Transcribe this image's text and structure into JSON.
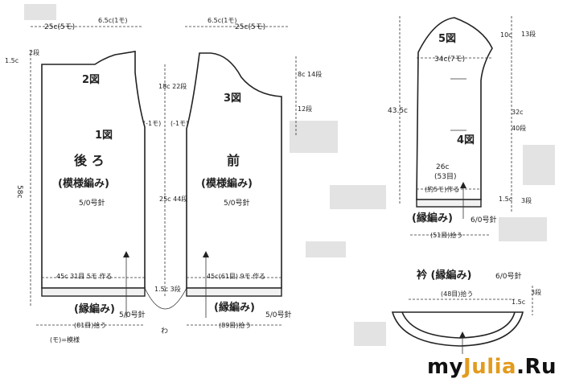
{
  "back": {
    "top_width": "25c(5モ)",
    "top_shoulder": "6.5c(1モ)",
    "shoulder_drop": "1.5c",
    "shoulder_rows": "2段",
    "fig2": "2図",
    "fig1": "1図",
    "title": "後 ろ",
    "pattern": "(模様編み)",
    "needle": "5/0号針",
    "length": "58c",
    "cast_on": "45c 31目  5モ 作る",
    "hem_label": "(縁編み)",
    "hem_needle": "5/0号針",
    "hem_pickup": "(81目)拾う",
    "legend": "(モ)=模様"
  },
  "center": {
    "armhole_v": "18c 22段",
    "armhole_d1": "(-1モ)",
    "armhole_d2": "(-1モ)",
    "side_v": "25c 44段",
    "side_hem": "1.5c 3段",
    "mark": "わ"
  },
  "front": {
    "top_shoulder": "6.5c(1モ)",
    "top_width": "25c(5モ)",
    "neck_v": "8c 14段",
    "neck_rows": "12段",
    "fig3": "3図",
    "title": "前",
    "pattern": "(模様編み)",
    "needle": "5/0号針",
    "cast_on": "45c(61目) 9モ 作る",
    "hem_label": "(縁編み)",
    "hem_needle": "5/0号針",
    "hem_pickup": "(89目)拾う"
  },
  "sleeve": {
    "fig5": "5図",
    "top_width": "34c(7モ)",
    "cap_height": "10c",
    "cap_rows": "13段",
    "length": "43.5c",
    "body_height": "32c",
    "body_rows": "40段",
    "fig4": "4図",
    "bottom_width": "26c",
    "bottom_stitches": "(53目)",
    "bottom_cast": "(約5モ)作る",
    "cuff_height": "1.5c",
    "cuff_rows": "3段",
    "cuff_label": "(縁編み)",
    "cuff_needle": "6/0号針",
    "cuff_pickup": "(51目)拾う"
  },
  "collar": {
    "title": "衿 (縁編み)",
    "needle": "6/0号針",
    "pickup": "(48目)拾う",
    "height": "1.5c",
    "rows": "3段"
  },
  "watermark": {
    "prefix": "my",
    "accent": "Julia",
    "suffix": ".Ru"
  }
}
